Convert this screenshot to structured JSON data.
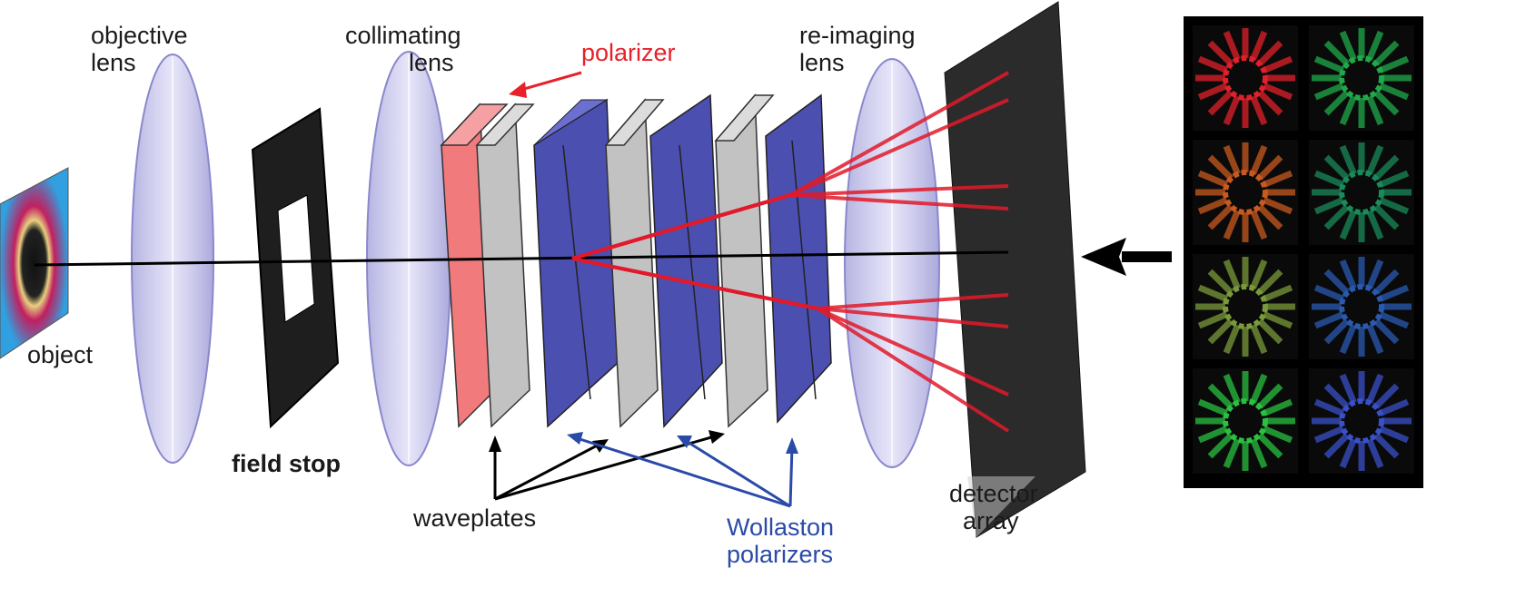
{
  "labels": {
    "objective_lens": [
      "objective",
      "lens"
    ],
    "collimating_lens": [
      "collimating",
      "lens"
    ],
    "polarizer": "polarizer",
    "reimaging_lens": [
      "re-imaging",
      "lens"
    ],
    "object": "object",
    "field_stop": "field stop",
    "waveplates": "waveplates",
    "wollaston": [
      "Wollaston",
      "polarizers"
    ],
    "detector": [
      "detector",
      "array"
    ]
  },
  "colors": {
    "label": "#1a1a1a",
    "polarizer": "#e8202a",
    "wollaston": "#2a4aa8",
    "lens_fill": "#b9b7e8",
    "waveplate_fill": "#c2c2c2",
    "wollaston_fill": "#4b4fb0",
    "polarizer_fill": "#f07a7c",
    "beam_red": "#e01a2a",
    "beam_black": "#000000",
    "detector_fill": "#2b2b2b"
  },
  "sub_images": {
    "count": 8,
    "columns": 2,
    "tints": [
      "#e0202a",
      "#1faa4a",
      "#c85a20",
      "#1a8a5a",
      "#7a9a3a",
      "#2a5ab0",
      "#2ac040",
      "#3a50c8"
    ]
  }
}
